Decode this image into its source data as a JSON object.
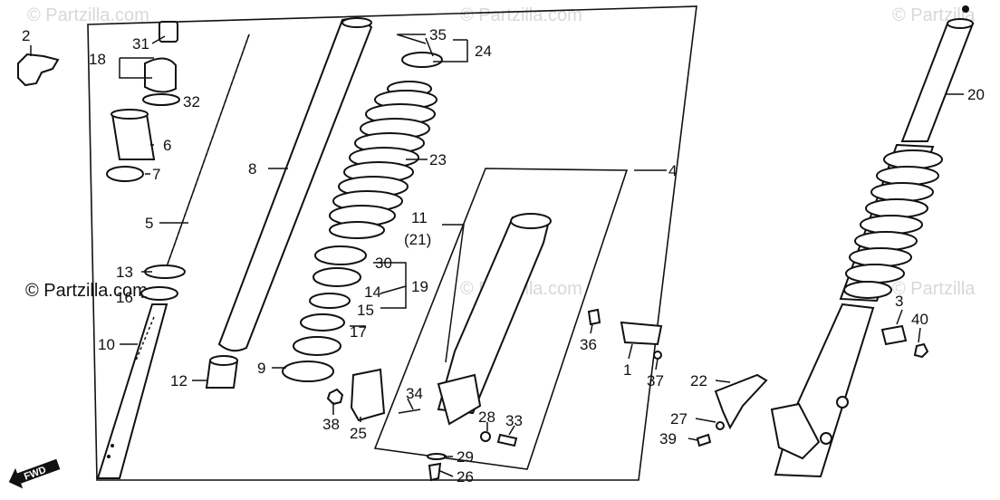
{
  "watermarks": {
    "center": "© Partzilla.com",
    "top_left": "© Partzilla.com",
    "top_center": "© Partzilla.com",
    "top_right": "© Partzilla",
    "mid_center": "© Partzilla.com",
    "mid_right": "© Partzilla"
  },
  "direction_badge": "FWD",
  "callouts": [
    "2",
    "31",
    "18",
    "32",
    "6",
    "7",
    "5",
    "13",
    "16",
    "10",
    "8",
    "12",
    "35",
    "24",
    "23",
    "11",
    "(21)",
    "30",
    "19",
    "14",
    "15",
    "17",
    "9",
    "34",
    "38",
    "25",
    "28",
    "33",
    "29",
    "26",
    "4",
    "36",
    "1",
    "37",
    "22",
    "27",
    "39",
    "20",
    "3",
    "40"
  ]
}
